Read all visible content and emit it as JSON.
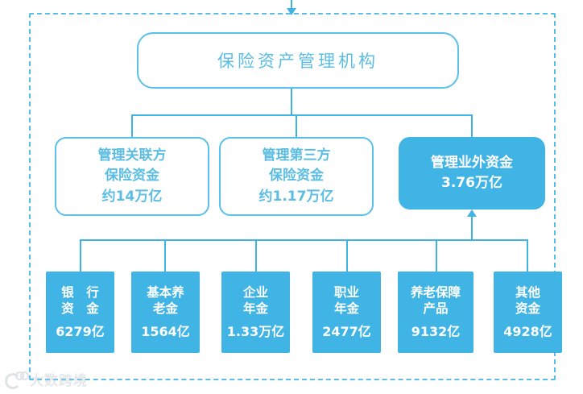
{
  "diagram": {
    "root": {
      "label": "保险资产管理机构"
    },
    "level2": [
      {
        "title": "管理关联方\n保险资金",
        "line1": "管理关联方",
        "line2": "保险资金",
        "value": "约14万亿",
        "style": "outline"
      },
      {
        "title": "管理第三方\n保险资金",
        "line1": "管理第三方",
        "line2": "保险资金",
        "value": "约1.17万亿",
        "style": "outline"
      },
      {
        "title": "管理业外资金",
        "line1": "管理业外资金",
        "line2": "",
        "value": "3.76万亿",
        "style": "filled"
      }
    ],
    "level3": [
      {
        "line1": "银 行",
        "line2": "资 金",
        "value": "6279亿"
      },
      {
        "line1": "基本养",
        "line2": "老金",
        "value": "1564亿"
      },
      {
        "line1": "企业",
        "line2": "年金",
        "value": "1.33万亿"
      },
      {
        "line1": "职业",
        "line2": "年金",
        "value": "2477亿"
      },
      {
        "line1": "养老保障",
        "line2": "产品",
        "value": "9132亿"
      },
      {
        "line1": "其他",
        "line2": "资金",
        "value": "4928亿"
      }
    ]
  },
  "watermark": {
    "text": "大数跨境"
  },
  "colors": {
    "accent": "#3fb4e5",
    "outline": "#5bc0ea",
    "text_blue": "#5bbde4",
    "frame_dash": "#5bbde4",
    "white": "#ffffff"
  }
}
